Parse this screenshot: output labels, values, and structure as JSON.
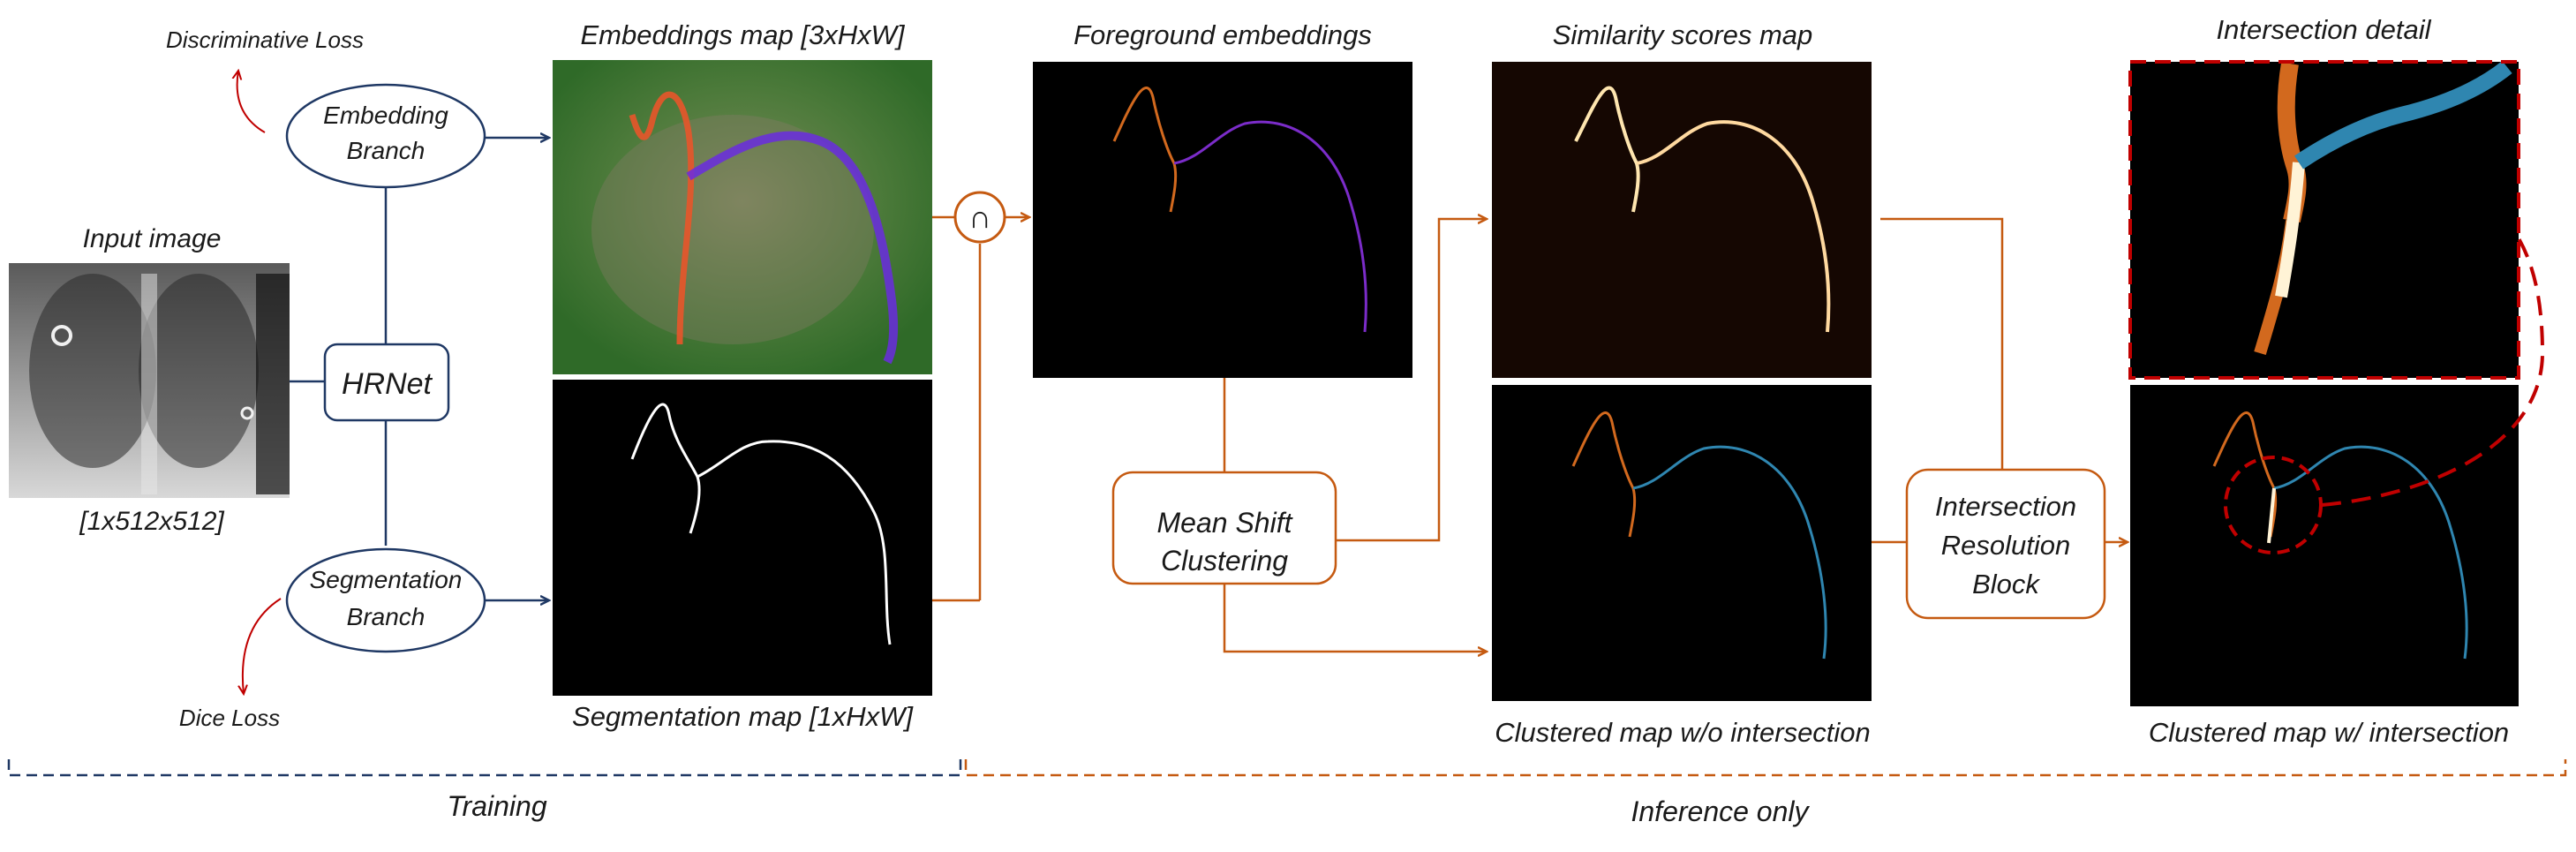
{
  "colors": {
    "navy": "#1f3864",
    "orange": "#c55a11",
    "red": "#c00000",
    "text": "#1a1a1a",
    "curve_orange": "#d2691e",
    "curve_purple": "#7b2cc9",
    "curve_blue": "#2f86b0"
  },
  "training": {
    "discriminative_loss": "Discriminative Loss",
    "embedding_branch_line1": "Embedding",
    "embedding_branch_line2": "Branch",
    "backbone": "HRNet",
    "segmentation_branch_line1": "Segmentation",
    "segmentation_branch_line2": "Branch",
    "dice_loss": "Dice Loss",
    "input_title": "Input image",
    "input_size": "[1x512x512]",
    "embeddings_map_title": "Embeddings map [3xHxW]",
    "segmentation_map_title": "Segmentation map [1xHxW]",
    "intersection_symbol": "∩",
    "section_label": "Training"
  },
  "inference": {
    "foreground_title": "Foreground embeddings",
    "mean_shift_line1": "Mean Shift",
    "mean_shift_line2": "Clustering",
    "similarity_title": "Similarity scores map",
    "clustered_wo_title": "Clustered map w/o intersection",
    "resolution_line1": "Intersection",
    "resolution_line2": "Resolution",
    "resolution_line3": "Block",
    "detail_title": "Intersection detail",
    "clustered_w_title": "Clustered map w/ intersection",
    "section_label": "Inference only"
  }
}
